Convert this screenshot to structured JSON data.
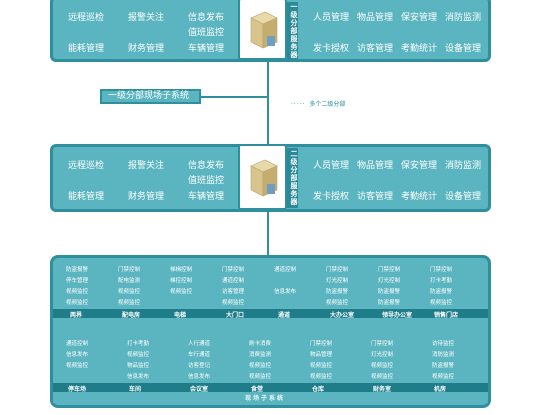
{
  "top_panel": {
    "left_items": [
      "远程巡检",
      "报警关注",
      "信息发布",
      "值班监控",
      "能耗管理",
      "财务管理",
      "车辆管理"
    ],
    "right_items": [
      "人员管理",
      "物品管理",
      "保安管理",
      "消防监测",
      "发卡授权",
      "访客管理",
      "考勤统计",
      "设备管理"
    ],
    "server_label": "一级分部服务器"
  },
  "site_label": "一级分部现场子系统",
  "more_note": "多个二级分部",
  "mid_panel": {
    "left_items": [
      "远程巡检",
      "报警关注",
      "信息发布",
      "值班监控",
      "能耗管理",
      "财务管理",
      "车辆管理"
    ],
    "right_items": [
      "人员管理",
      "物品管理",
      "保安管理",
      "消防监测",
      "发卡授权",
      "访客管理",
      "考勤统计",
      "设备管理"
    ],
    "server_label": "二级分部服务器"
  },
  "bottom": {
    "row1_cols": [
      [
        "防盗报警",
        "停车管理",
        "视频监控",
        "视频监控"
      ],
      [
        "门禁控制",
        "配电监测",
        "视频监控",
        "视频监控"
      ],
      [
        "梯梯控制",
        "梯控控制",
        "视频监控"
      ],
      [
        "门禁控制",
        "通道控制",
        "访客管理",
        "视频监控"
      ],
      [
        "通道控制",
        "",
        "信息发布",
        ""
      ],
      [
        "门禁控制",
        "灯光控制",
        "防盗报警",
        "视频监控"
      ],
      [
        "门禁控制",
        "灯光控制",
        "防盗报警",
        "防盗报警"
      ],
      [
        "门禁控制",
        "打卡考勤",
        "防盗报警",
        "视频监控"
      ]
    ],
    "row1_labels": [
      "两界",
      "配电房",
      "电梯",
      "大门口",
      "通道",
      "大办公室",
      "领导办公室",
      "销售门店"
    ],
    "row2_cols": [
      [
        "通道控制",
        "信息发布",
        "视频监控"
      ],
      [
        "打卡考勤",
        "视频监控",
        "物品监控",
        "信息发布"
      ],
      [
        "人行通道",
        "车行通道",
        "访客登记",
        "信息发布"
      ],
      [
        "刷卡消费",
        "消费监测",
        "视频监控",
        "视频监控"
      ],
      [
        "门禁控制",
        "物品管理",
        "视频监控",
        "视频监控"
      ],
      [
        "门禁控制",
        "灯光控制",
        "视频监控",
        "视频监控"
      ],
      [
        "访待监控",
        "消防监测",
        "防盗报警",
        "视频监控"
      ]
    ],
    "row2_labels": [
      "停车场",
      "车间",
      "会议室",
      "食堂",
      "仓库",
      "财务室",
      "机房"
    ],
    "footer": "现场子系统"
  }
}
